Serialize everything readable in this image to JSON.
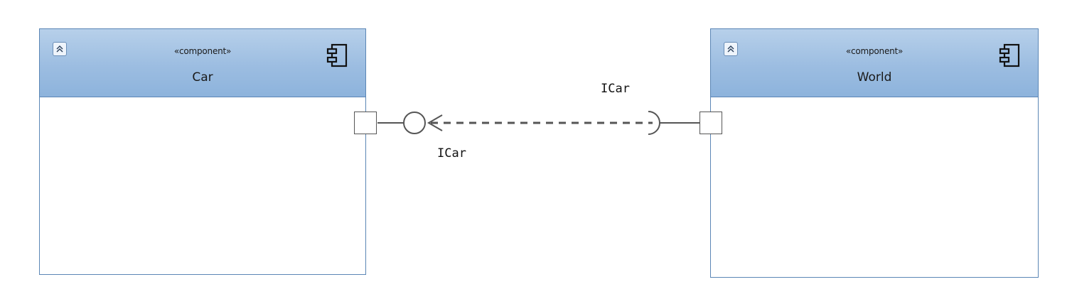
{
  "components": [
    {
      "id": "car",
      "stereotype": "«component»",
      "name": "Car"
    },
    {
      "id": "world",
      "stereotype": "«component»",
      "name": "World"
    }
  ],
  "interfaces": {
    "provided_label": "ICar",
    "required_label": "ICar"
  },
  "icons": {
    "collapse": "collapse-chevrons-up-icon",
    "component": "uml-component-icon"
  },
  "colors": {
    "header_fill": "#9cbde1",
    "border": "#5b86b5",
    "line": "#555555"
  }
}
